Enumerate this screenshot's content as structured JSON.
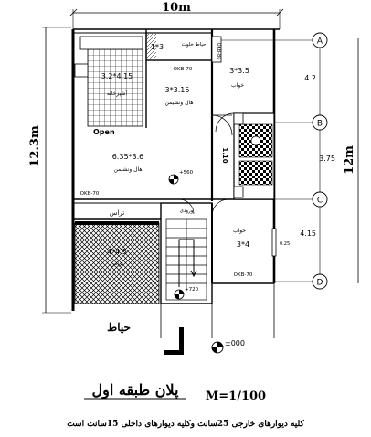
{
  "dims": {
    "total_width": "10m",
    "total_height_left": "12.3m",
    "total_height_right": "12m",
    "seg_ab": "4.2",
    "seg_bc": "3.75",
    "seg_cd": "4.15"
  },
  "axes": [
    "A",
    "B",
    "C",
    "D"
  ],
  "rooms": {
    "kitchen_size": "3.2*4.15",
    "kitchen_label": "آشپزخانه",
    "yard_light_size": "1*3",
    "yard_light_label": "حیاط خلوت",
    "bedroom1_size": "3*3.5",
    "bedroom1_label": "خواب",
    "bedroom1_code": "OKB-80",
    "living1_code": "OKB-70",
    "living1_size": "3*3.15",
    "living1_label": "هال ونشیمن",
    "open_label": "Open",
    "living2_size": "6.35*3.6",
    "living2_label": "هال ونشیمن",
    "wc_label": "1.10",
    "level_560": "+560",
    "okb_left": "OKB-70",
    "entrance_label": "ورودی",
    "terrace_top_label": "تراس",
    "terrace_size": "4*4.5",
    "terrace_label": "تراس",
    "bedroom2_label": "خواب",
    "bedroom2_size": "3*4",
    "dim_025": "0.25",
    "okb_bottom": "OKB-70",
    "level_720": "+720"
  },
  "yard_label": "حیاط",
  "level_000": "±000",
  "plan_title": "پلان طبقه اول",
  "scale": "M=1/100",
  "footnote": "کلیه دیوارهای خارجی 25سانت وکلیه دیوارهای داخلی 15سانت است"
}
